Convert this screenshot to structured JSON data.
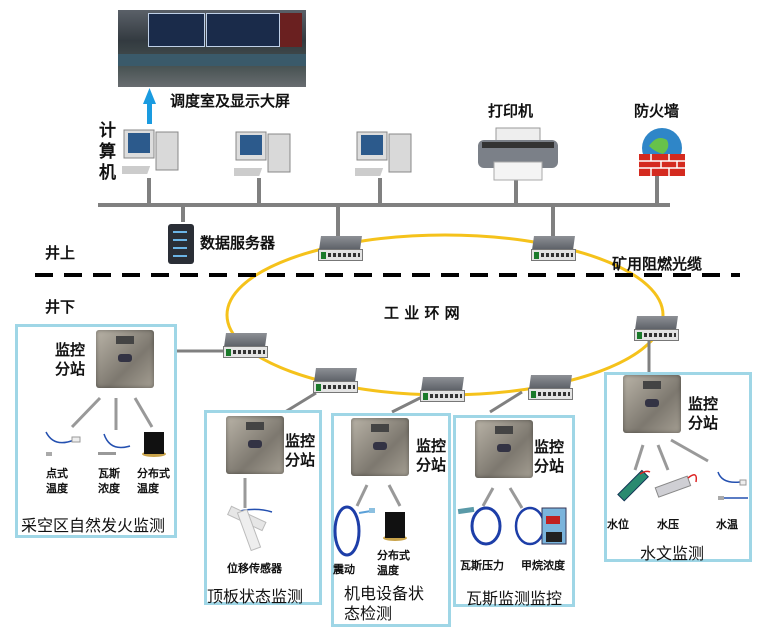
{
  "top": {
    "control_room_label": "调度室及显示大屏",
    "computer_label": "计算机",
    "printer_label": "打印机",
    "firewall_label": "防火墙",
    "server_label": "数据服务器",
    "cable_label": "矿用阻燃光缆"
  },
  "zones": {
    "above_ground": "井上",
    "underground": "井下"
  },
  "ring": {
    "label": "工 业 环 网"
  },
  "stations": [
    {
      "name": "采空区自然发火监测",
      "station_label": [
        "监控",
        "分站"
      ],
      "sensors": [
        {
          "label": [
            "点式",
            "温度"
          ]
        },
        {
          "label": [
            "瓦斯",
            "浓度"
          ]
        },
        {
          "label": [
            "分布式",
            "温度"
          ]
        }
      ]
    },
    {
      "name": "顶板状态监测",
      "station_label": [
        "监控",
        "分站"
      ],
      "sensors": [
        {
          "label": [
            "位移传感器"
          ]
        }
      ]
    },
    {
      "name": "机电设备状态检测",
      "name_lines": [
        "机电设备状",
        "态检测"
      ],
      "station_label": [
        "监控",
        "分站"
      ],
      "sensors": [
        {
          "label": [
            "震动"
          ]
        },
        {
          "label": [
            "分布式",
            "温度"
          ]
        }
      ]
    },
    {
      "name": "瓦斯监测监控",
      "station_label": [
        "监控",
        "分站"
      ],
      "sensors": [
        {
          "label": [
            "瓦斯压力"
          ]
        },
        {
          "label": [
            "甲烷浓度"
          ]
        }
      ]
    },
    {
      "name": "水文监测",
      "station_label": [
        "监控",
        "分站"
      ],
      "sensors": [
        {
          "label": [
            "水位"
          ]
        },
        {
          "label": [
            "水压"
          ]
        },
        {
          "label": [
            "水温"
          ]
        }
      ]
    }
  ],
  "colors": {
    "backbone": "#808080",
    "fiber_ring": "#f5c21b",
    "box_border": "#9fd6e6",
    "arrow": "#1a9be0",
    "divider": "#000000"
  }
}
